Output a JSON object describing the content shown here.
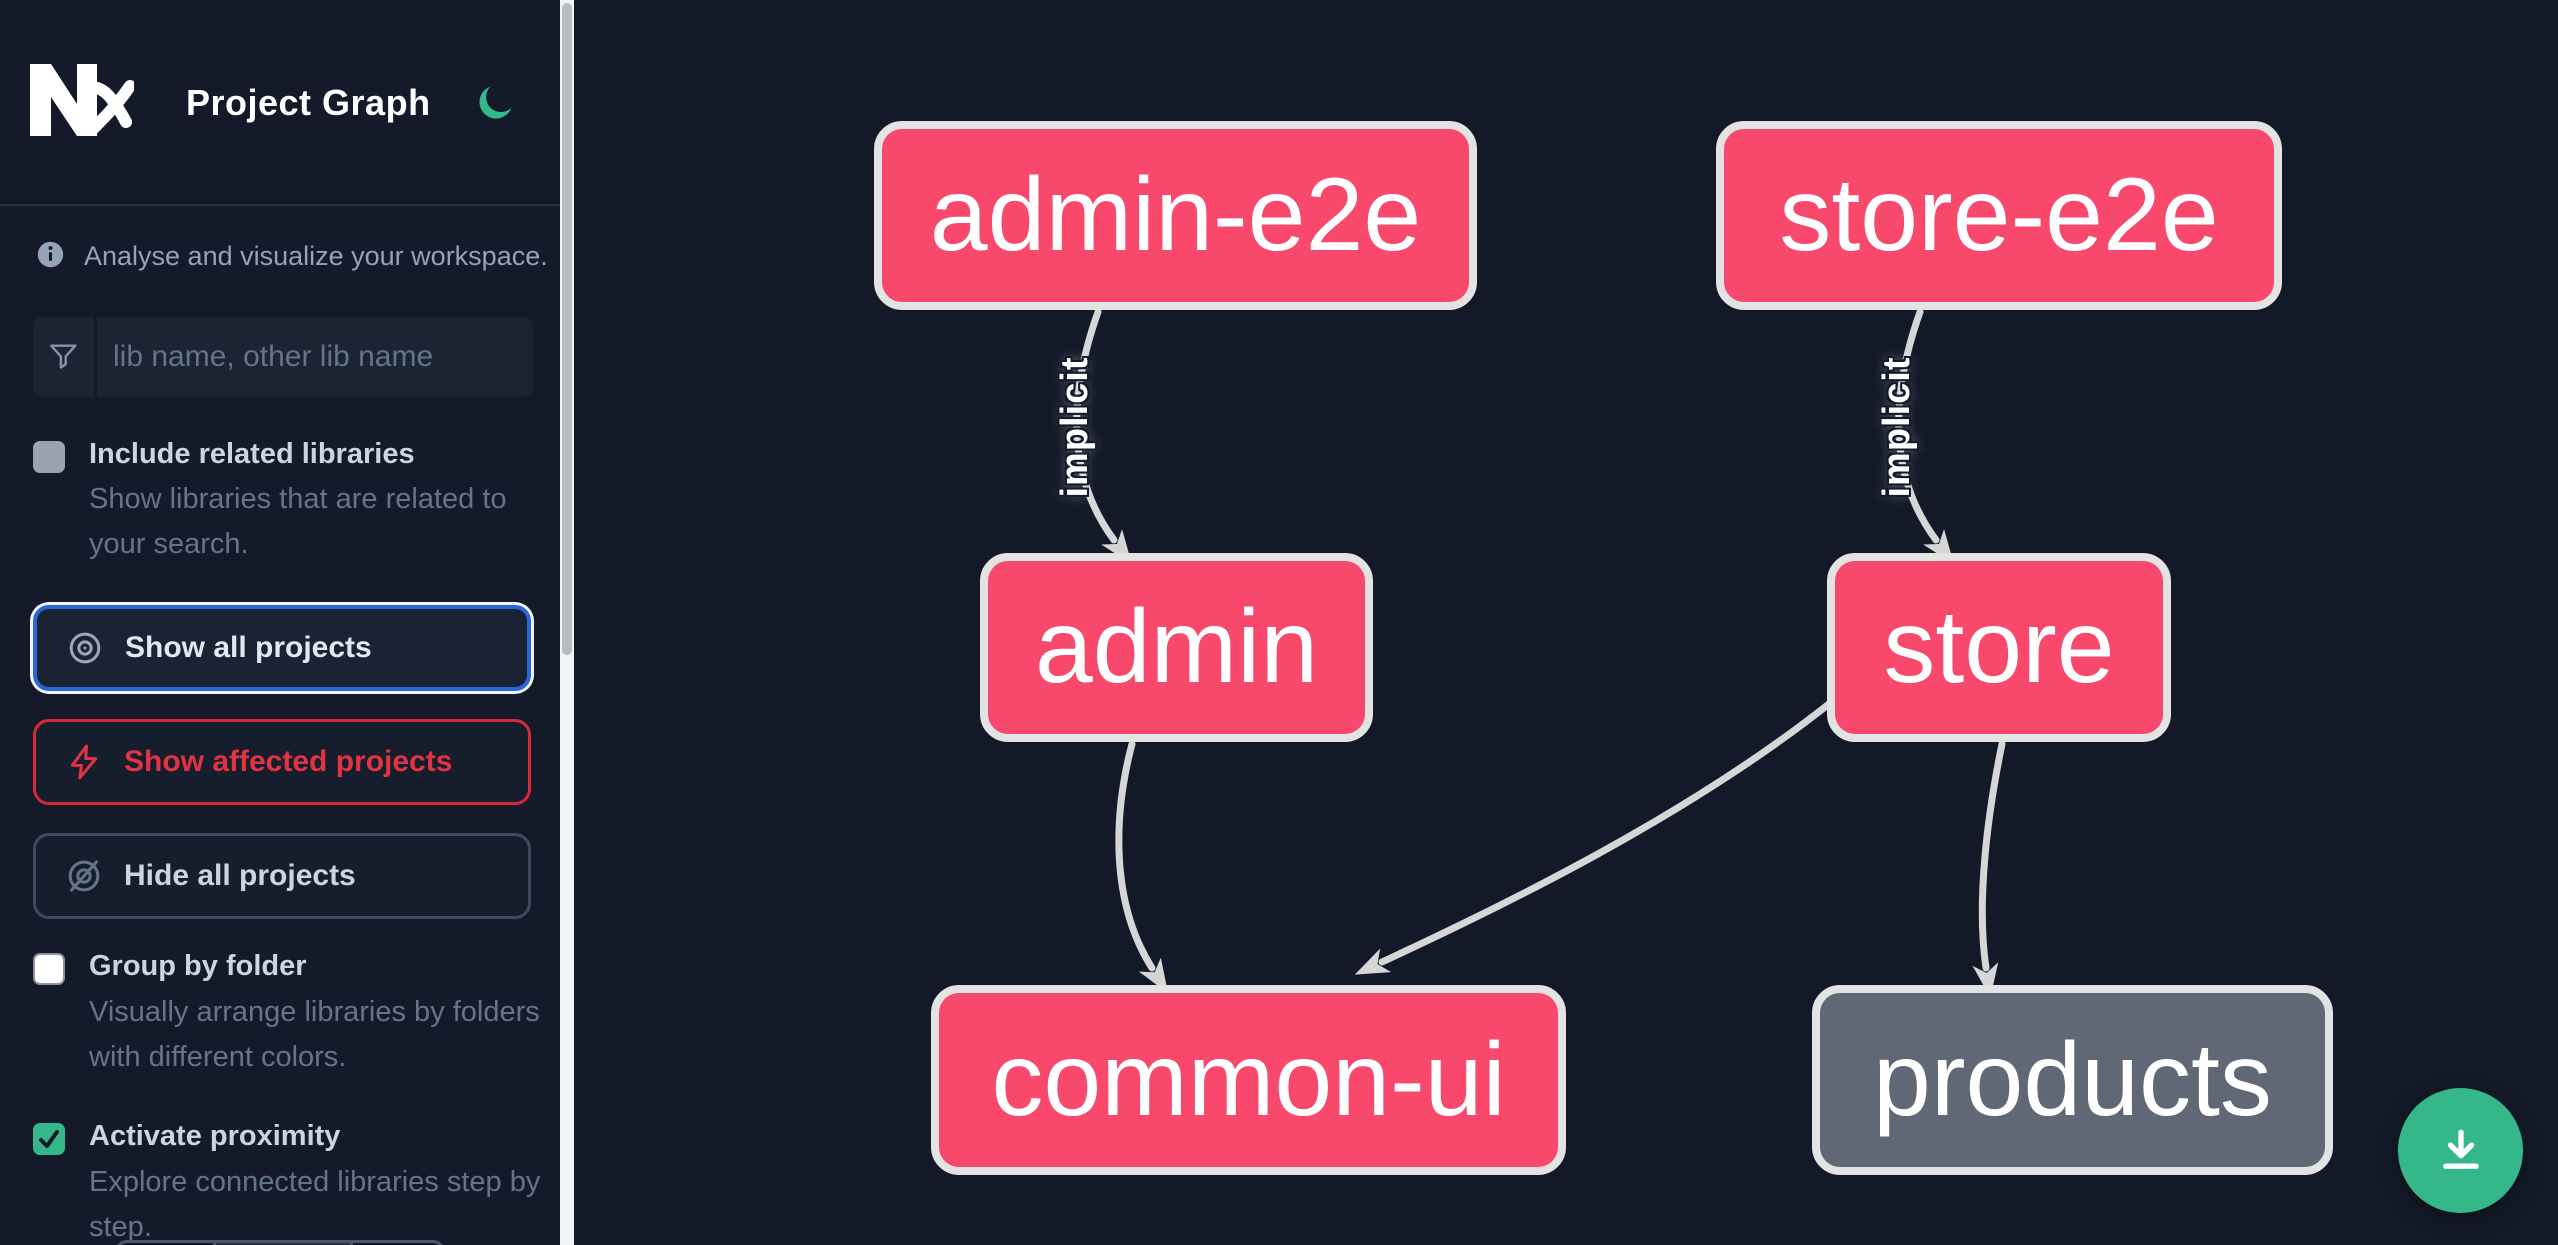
{
  "app": {
    "title": "Project Graph"
  },
  "sidebar": {
    "tagline": "Analyse and visualize your workspace.",
    "search": {
      "placeholder": "lib name, other lib name"
    },
    "toggles": [
      {
        "label": "Include related libraries",
        "description": "Show libraries that are related to your search.",
        "checked": false,
        "disabled": true
      },
      {
        "label": "Group by folder",
        "description": "Visually arrange libraries by folders with different colors.",
        "checked": false,
        "disabled": false
      },
      {
        "label": "Activate proximity",
        "description": "Explore connected libraries step by step.",
        "checked": true,
        "disabled": false
      }
    ],
    "actions": [
      {
        "label": "Show all projects",
        "variant": "focused-blue"
      },
      {
        "label": "Show affected projects",
        "variant": "affected-red"
      },
      {
        "label": "Hide all projects",
        "variant": "default"
      }
    ]
  },
  "graph": {
    "nodes": [
      {
        "id": "admin-e2e",
        "label": "admin-e2e",
        "variant": "accent"
      },
      {
        "id": "store-e2e",
        "label": "store-e2e",
        "variant": "accent"
      },
      {
        "id": "admin",
        "label": "admin",
        "variant": "accent"
      },
      {
        "id": "store",
        "label": "store",
        "variant": "accent"
      },
      {
        "id": "common-ui",
        "label": "common-ui",
        "variant": "accent"
      },
      {
        "id": "products",
        "label": "products",
        "variant": "muted"
      }
    ],
    "edges": [
      {
        "source": "admin-e2e",
        "target": "admin",
        "label": "implicit"
      },
      {
        "source": "store-e2e",
        "target": "store",
        "label": "implicit"
      },
      {
        "source": "admin",
        "target": "common-ui"
      },
      {
        "source": "store",
        "target": "common-ui"
      },
      {
        "source": "store",
        "target": "products"
      }
    ]
  },
  "fab": {
    "icon": "download-icon"
  },
  "colors": {
    "sidebar_bg": "#141a29",
    "canvas_bg": "#131928",
    "accent_node": "#f8486b",
    "muted_node": "#5f6874",
    "node_border": "#e3e3e3",
    "edge": "#d6d6d6",
    "emerald": "#34b889",
    "focus_blue": "#2e64d9",
    "affected_red": "#d7293a",
    "label_text": "#cbd5e1",
    "muted_text": "#64748b"
  }
}
